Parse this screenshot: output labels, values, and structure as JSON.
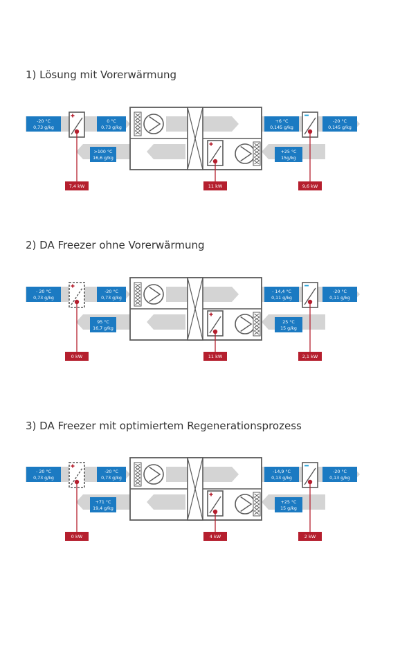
{
  "colors": {
    "blue": "#1b7ac2",
    "red": "#b51f2e",
    "frame": "#5a5a5a",
    "arrow": "#d4d4d4",
    "cool_tick": "#1b9fd8"
  },
  "icons": [
    "heater-coil-icon",
    "cooler-coil-icon",
    "fan-icon",
    "filter-icon",
    "heat-exchanger-icon"
  ],
  "sections": [
    {
      "title": "1) Lösung mit Vorerwärmung",
      "preheater_active": true,
      "labels": {
        "in_temp": "-20 °C",
        "in_hum": "0,73 g/kg",
        "after_pre_temp": "0 °C",
        "after_pre_hum": "0,73 g/kg",
        "out_unit_temp": "+6 °C",
        "out_unit_hum": "0,145 g/kg",
        "supply_temp": "-20 °C",
        "supply_hum": "0,145 g/kg",
        "exhaust_temp": ">100 °C",
        "exhaust_hum": "16,6 g/kg",
        "regen_in_temp": "+25 °C",
        "regen_in_hum": "15g/kg"
      },
      "powers": {
        "preheater": "7,4 kW",
        "regen_heater": "11 kW",
        "cooler": "9,6 kW"
      }
    },
    {
      "title": "2) DA Freezer ohne Vorerwärmung",
      "preheater_active": false,
      "labels": {
        "in_temp": "- 20 °C",
        "in_hum": "0,73 g/kg",
        "after_pre_temp": "-20 °C",
        "after_pre_hum": "0,73 g/kg",
        "out_unit_temp": "- 14,4 °C",
        "out_unit_hum": "0,11 g/kg",
        "supply_temp": "-20 °C",
        "supply_hum": "0,11 g/kg",
        "exhaust_temp": "95 °C",
        "exhaust_hum": "16,7 g/kg",
        "regen_in_temp": "25 °C",
        "regen_in_hum": "15 g/kg"
      },
      "powers": {
        "preheater": "0 kW",
        "regen_heater": "11 kW",
        "cooler": "2,1 kW"
      }
    },
    {
      "title": "3) DA Freezer mit optimiertem Regenerationsprozess",
      "preheater_active": false,
      "labels": {
        "in_temp": "- 20 °C",
        "in_hum": "0,73 g/kg",
        "after_pre_temp": "-20 °C",
        "after_pre_hum": "0,73 g/kg",
        "out_unit_temp": "-14,9 °C",
        "out_unit_hum": "0,13 g/kg",
        "supply_temp": "-20 °C",
        "supply_hum": "0,13 g/kg",
        "exhaust_temp": "+71 °C",
        "exhaust_hum": "19,4 g/kg",
        "regen_in_temp": "+25 °C",
        "regen_in_hum": "15 g/kg"
      },
      "powers": {
        "preheater": "0 kW",
        "regen_heater": "4 kW",
        "cooler": "2 kW"
      }
    }
  ]
}
